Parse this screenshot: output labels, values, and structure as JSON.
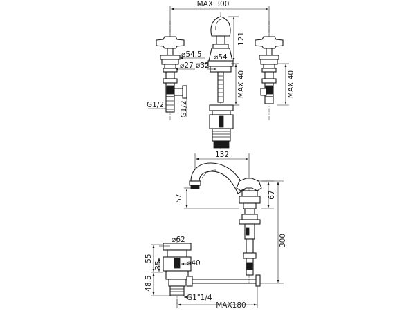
{
  "labels": {
    "max300": "MAX 300",
    "d121": "121",
    "d54_5": "⌀54,5",
    "d54": "⌀54",
    "d27": "⌀27",
    "d32": "⌀32",
    "max40_center": "MAX 40",
    "max40_right": "MAX 40",
    "g12_left": "G1/2",
    "g12_vert": "G1/2",
    "d132": "132",
    "d57": "57",
    "d67": "67",
    "d300": "300",
    "d62": "⌀62",
    "d55": "55",
    "d35": "35",
    "d48_5": "48,5",
    "d40": "⌀40",
    "g1_14": "G1\"1/4",
    "max180": "MAX180"
  },
  "colors": {
    "line": "#1a1a1a",
    "background": "#ffffff"
  }
}
